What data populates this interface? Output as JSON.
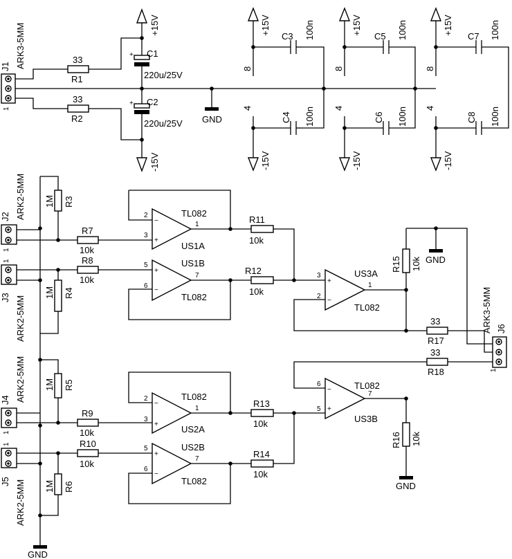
{
  "labels": {
    "plus15v": "+15V",
    "minus15v": "-15V",
    "gnd": "GND",
    "pin8": "8",
    "pin4": "4",
    "pin1": "1",
    "pin2": "2",
    "pin3": "3",
    "pin5": "5",
    "pin6": "6",
    "pin7": "7",
    "plus": "+",
    "minus": "−",
    "tl082": "TL082",
    "ark3": "ARK3-5MM",
    "ark2": "ARK2-5MM"
  },
  "connectors": {
    "j1": "J1",
    "j2": "J2",
    "j3": "J3",
    "j4": "J4",
    "j5": "J5",
    "j6": "J6"
  },
  "resistors": {
    "r1": {
      "name": "R1",
      "value": "33"
    },
    "r2": {
      "name": "R2",
      "value": "33"
    },
    "r3": {
      "name": "R3",
      "value": "1M"
    },
    "r4": {
      "name": "R4",
      "value": "1M"
    },
    "r5": {
      "name": "R5",
      "value": "1M"
    },
    "r6": {
      "name": "R6",
      "value": "1M"
    },
    "r7": {
      "name": "R7",
      "value": "10k"
    },
    "r8": {
      "name": "R8",
      "value": "10k"
    },
    "r9": {
      "name": "R9",
      "value": "10k"
    },
    "r10": {
      "name": "R10",
      "value": "10k"
    },
    "r11": {
      "name": "R11",
      "value": "10k"
    },
    "r12": {
      "name": "R12",
      "value": "10k"
    },
    "r13": {
      "name": "R13",
      "value": "10k"
    },
    "r14": {
      "name": "R14",
      "value": "10k"
    },
    "r15": {
      "name": "R15",
      "value": "10k"
    },
    "r16": {
      "name": "R16",
      "value": "10k"
    },
    "r17": {
      "name": "R17",
      "value": "33"
    },
    "r18": {
      "name": "R18",
      "value": "33"
    }
  },
  "capacitors": {
    "c1": {
      "name": "C1",
      "value": "220u/25V"
    },
    "c2": {
      "name": "C2",
      "value": "220u/25V"
    },
    "c3": {
      "name": "C3",
      "value": "100n"
    },
    "c4": {
      "name": "C4",
      "value": "100n"
    },
    "c5": {
      "name": "C5",
      "value": "100n"
    },
    "c6": {
      "name": "C6",
      "value": "100n"
    },
    "c7": {
      "name": "C7",
      "value": "100n"
    },
    "c8": {
      "name": "C8",
      "value": "100n"
    }
  },
  "opamps": {
    "us1a": "US1A",
    "us1b": "US1B",
    "us2a": "US2A",
    "us2b": "US2B",
    "us3a": "US3A",
    "us3b": "US3B"
  }
}
